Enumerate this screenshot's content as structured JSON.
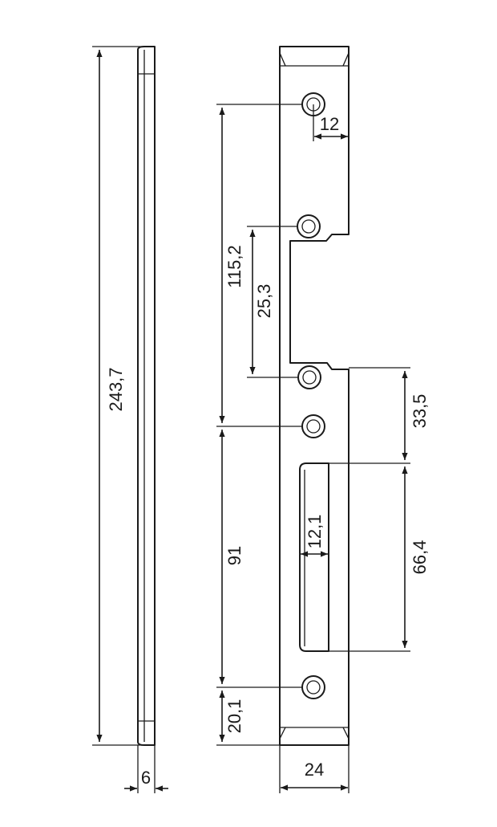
{
  "dimensions": {
    "total_length": "243,7",
    "thickness": "6",
    "hole_spacing_top": "115,2",
    "opening_height": "25,3",
    "hole_offset": "12",
    "slot_offset": "33,5",
    "slot_width": "12,1",
    "slot_length": "66,4",
    "hole_spacing_bottom": "91",
    "bottom_offset": "20,1",
    "plate_width": "24"
  }
}
